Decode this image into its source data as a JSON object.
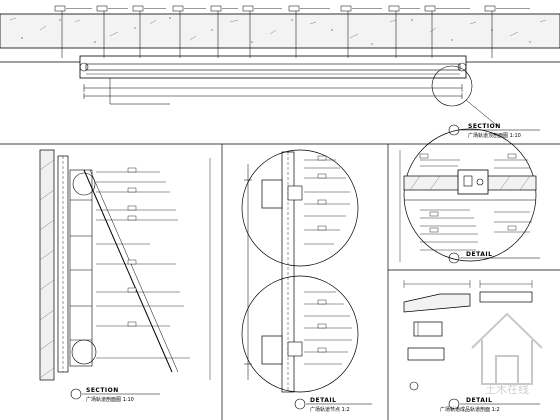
{
  "views": {
    "top_section": {
      "tag": "SECTION",
      "caption": "广场轨道顶剖面图  1:10"
    },
    "left_section": {
      "tag": "SECTION",
      "caption": "广场轨道剖面图  1:10"
    },
    "detail_middle": {
      "tag": "DETAIL",
      "caption": "广场轨道节点  1:2"
    },
    "detail_right_top": {
      "tag": "DETAIL",
      "caption": ""
    },
    "detail_right_bottom": {
      "tag": "DETAIL",
      "caption": "广场轨道成品轨道剖面  1:2"
    }
  },
  "watermark": {
    "glyph": "土木在线",
    "icon": "house-logo-icon"
  },
  "colors": {
    "line": "#000000",
    "hatch": "#555555",
    "paper": "#ffffff"
  }
}
